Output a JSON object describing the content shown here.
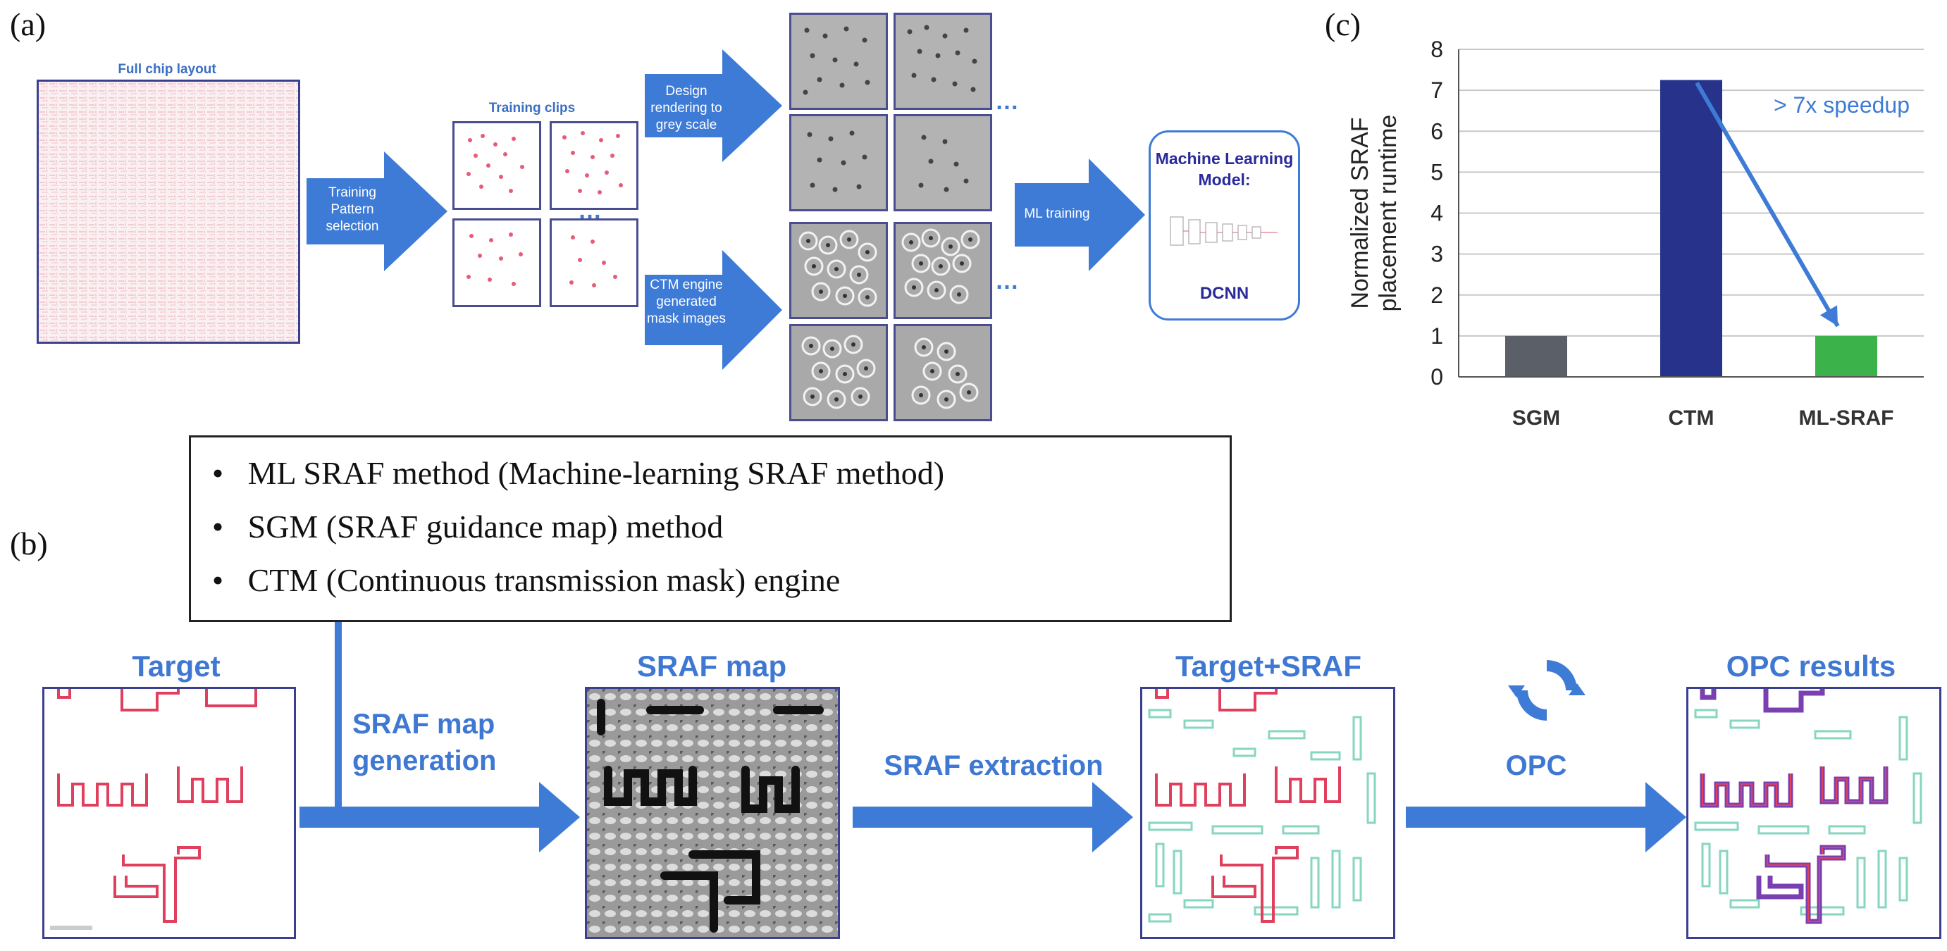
{
  "panel_labels": {
    "a": "(a)",
    "b": "(b)",
    "c": "(c)"
  },
  "panel_a": {
    "full_chip_title": "Full chip layout",
    "arrow1_label": "Training Pattern selection",
    "training_clips_title": "Training clips",
    "arrow_design_label": "Design rendering to grey scale",
    "arrow_ctm_label": "CTM engine generated mask images",
    "arrow_ml_label": "ML training",
    "ellipsis": "…",
    "ml_model_title": "Machine Learning Model:",
    "ml_model_sub": "DCNN"
  },
  "legend": {
    "items": [
      "ML SRAF method (Machine-learning SRAF method)",
      "SGM (SRAF guidance map) method",
      "CTM (Continuous transmission mask) engine"
    ],
    "bullet": "•"
  },
  "panel_b": {
    "target_title": "Target",
    "sraf_map_title": "SRAF map",
    "target_sraf_title": "Target+SRAF",
    "opc_results_title": "OPC results",
    "step1_label_line1": "SRAF map",
    "step1_label_line2": "generation",
    "step2_label": "SRAF extraction",
    "step3_label": "OPC"
  },
  "colors": {
    "arrow_blue": "#3e7bd6",
    "frame_navy": "#3b3f8f",
    "target_pink": "#e0405e",
    "sraf_green": "#86d6c0",
    "opc_purple": "#7a3fb0"
  },
  "chart_data": {
    "type": "bar",
    "categories": [
      "SGM",
      "CTM",
      "ML-SRAF"
    ],
    "values": [
      1.0,
      7.25,
      1.0
    ],
    "bar_colors": [
      "#5b6068",
      "#27338a",
      "#3bb34a"
    ],
    "ylabel": "Normalized SRAF placement runtime",
    "xlabel": "",
    "ylim": [
      0,
      8
    ],
    "yticks": [
      0,
      1,
      2,
      3,
      4,
      5,
      6,
      7,
      8
    ],
    "grid": true,
    "annotation": "> 7x speedup"
  }
}
